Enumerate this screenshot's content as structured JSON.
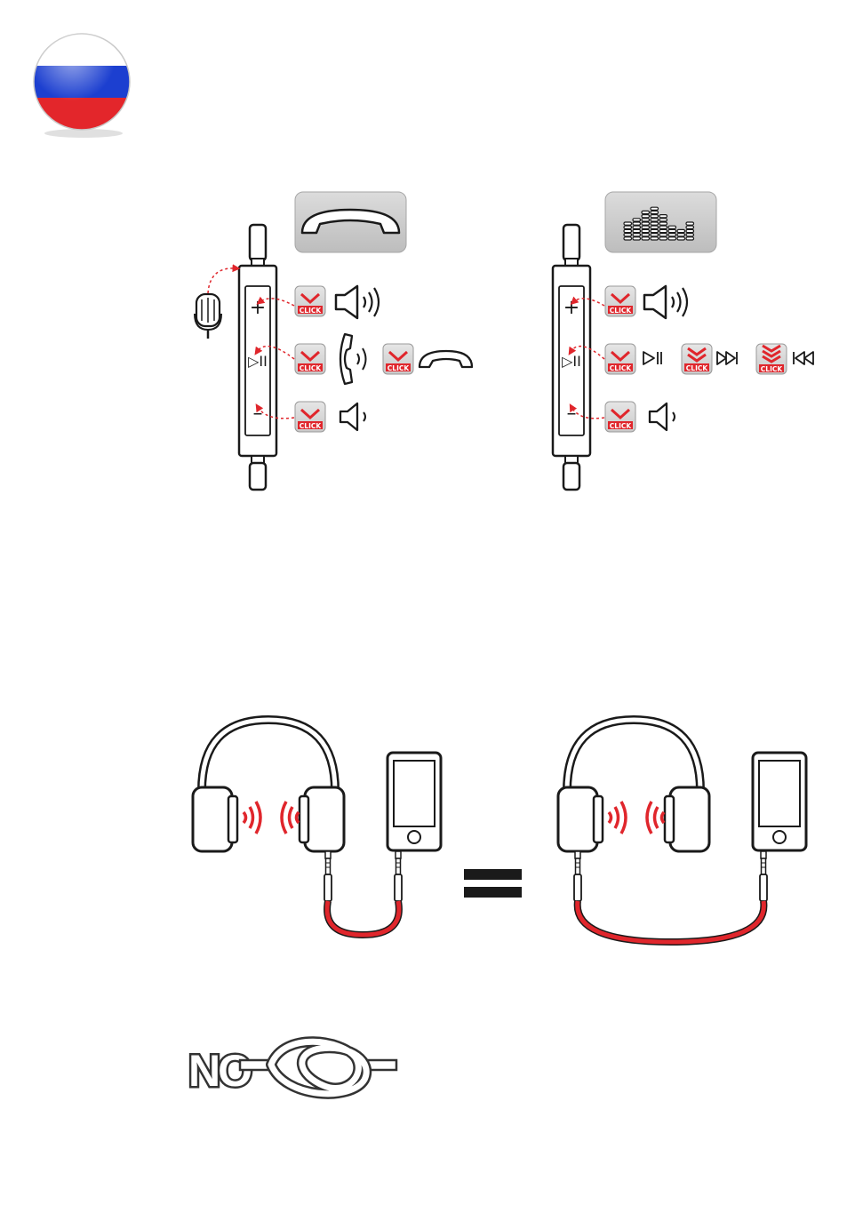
{
  "colors": {
    "flag_white": "#ffffff",
    "flag_blue": "#1c3fd0",
    "flag_red": "#e3262b",
    "click_red": "#e0262c",
    "cable_red": "#e0262c",
    "panel_gray": "#cfcfcf",
    "line_dark": "#1a1a1a"
  },
  "flag": {
    "icon": "russian-flag-icon"
  },
  "call_panel": {
    "header_icon": "phone-handset-icon",
    "click_label": "CLICK",
    "rows": [
      {
        "button_symbol": "+",
        "action": "single-click",
        "result_icon": "volume-up-icon"
      },
      {
        "button_symbol": "▷II",
        "action": "single-click",
        "result_icon": "answer-call-icon",
        "second_action": "single-click",
        "second_result_icon": "hang-up-icon"
      },
      {
        "button_symbol": "–",
        "action": "single-click",
        "result_icon": "volume-down-icon"
      }
    ],
    "mic_icon": "microphone-icon"
  },
  "music_panel": {
    "header_icon": "equalizer-icon",
    "click_label": "CLICK",
    "rows": [
      {
        "button_symbol": "+",
        "action": "single-click",
        "result_icon": "volume-up-icon"
      },
      {
        "button_symbol": "▷II",
        "actions": [
          {
            "clicks": 1,
            "result_icon": "play-pause-icon"
          },
          {
            "clicks": 2,
            "result_icon": "next-track-icon"
          },
          {
            "clicks": 3,
            "result_icon": "previous-track-icon"
          }
        ]
      },
      {
        "button_symbol": "–",
        "action": "single-click",
        "result_icon": "volume-down-icon"
      }
    ]
  },
  "cable_diagram": {
    "left_icons": [
      "headphones-icon",
      "sound-waves-icon",
      "smartphone-icon",
      "short-cable-icon"
    ],
    "equals_icon": "equals-icon",
    "right_icons": [
      "headphones-icon",
      "sound-waves-icon",
      "smartphone-icon",
      "long-cable-icon"
    ]
  },
  "no_knot": {
    "text": "NO",
    "icon": "knot-icon"
  }
}
